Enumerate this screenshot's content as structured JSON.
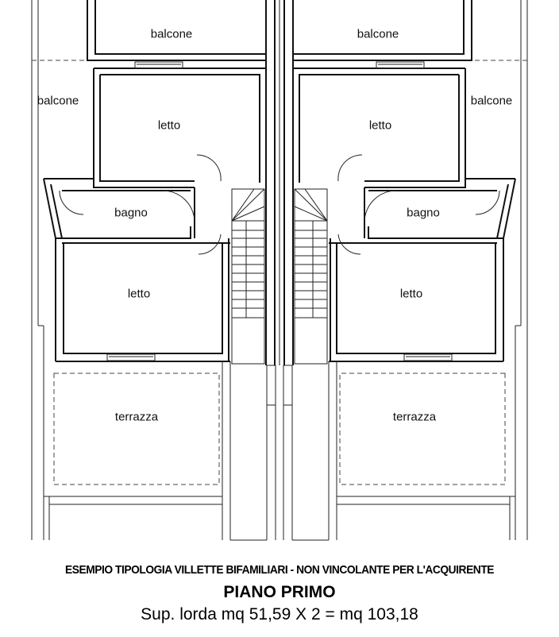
{
  "plan": {
    "left_unit": {
      "balcone_top": "balcone",
      "balcone_side": "balcone",
      "letto_top": "letto",
      "bagno": "bagno",
      "letto_bottom": "letto",
      "terrazza": "terrazza"
    },
    "right_unit": {
      "balcone_top": "balcone",
      "balcone_side": "balcone",
      "letto_top": "letto",
      "bagno": "bagno",
      "letto_bottom": "letto",
      "terrazza": "terrazza"
    }
  },
  "footer": {
    "disclaimer": "ESEMPIO TIPOLOGIA VILLETTE BIFAMILIARI - NON VINCOLANTE PER L'ACQUIRENTE",
    "floor": "PIANO PRIMO",
    "area": "Sup. lorda mq 51,59 X 2 = mq 103,18"
  }
}
